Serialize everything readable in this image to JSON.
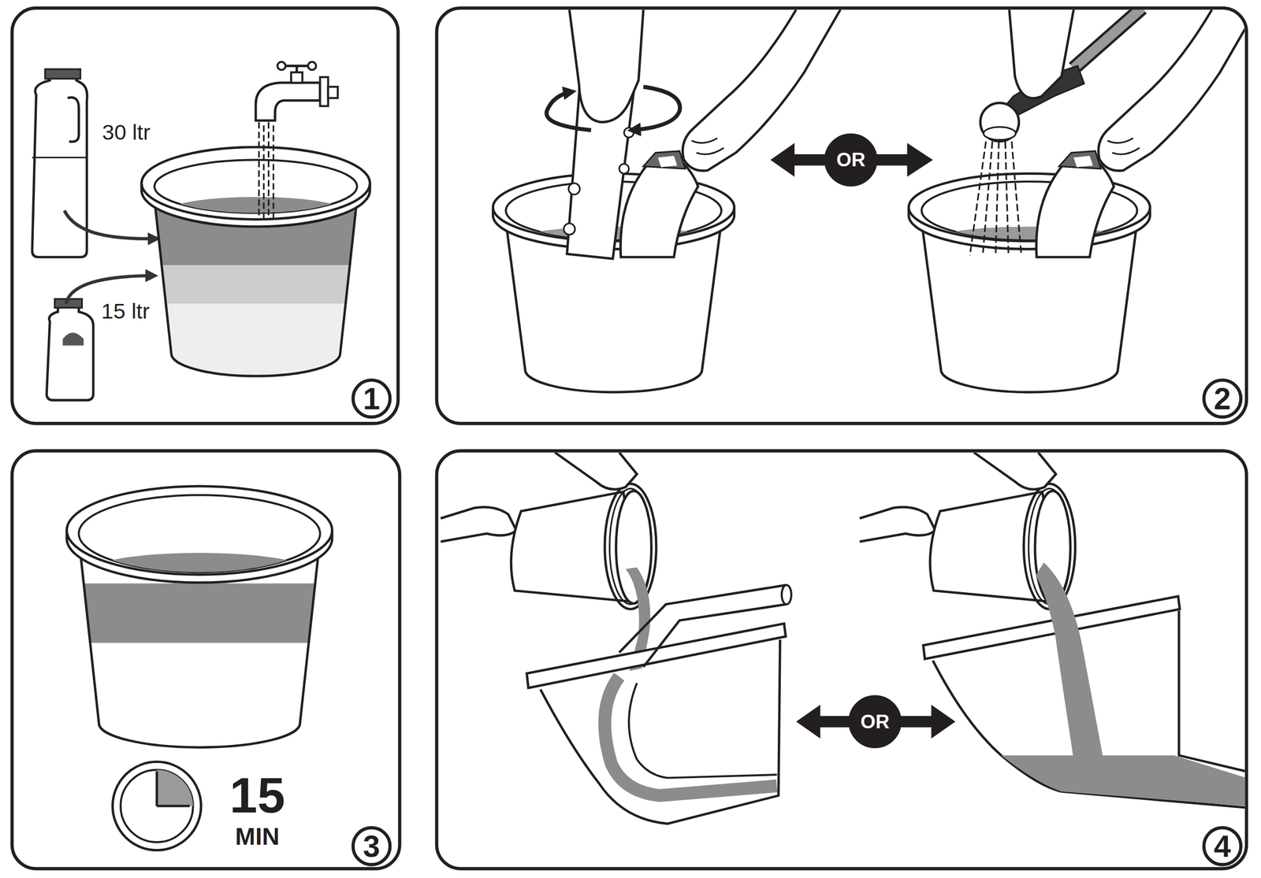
{
  "diagram": {
    "nodes": [
      {
        "text": [
          "1"
        ]
      },
      {
        "text": [
          "OR"
        ]
      },
      {
        "text": [
          "2"
        ]
      },
      {
        "text": [
          "3"
        ]
      },
      {
        "text": [
          "OR"
        ]
      },
      {
        "text": [
          "4"
        ]
      }
    ],
    "labels": [
      "30 ltr",
      "15 ltr",
      "15",
      "MIN"
    ]
  }
}
